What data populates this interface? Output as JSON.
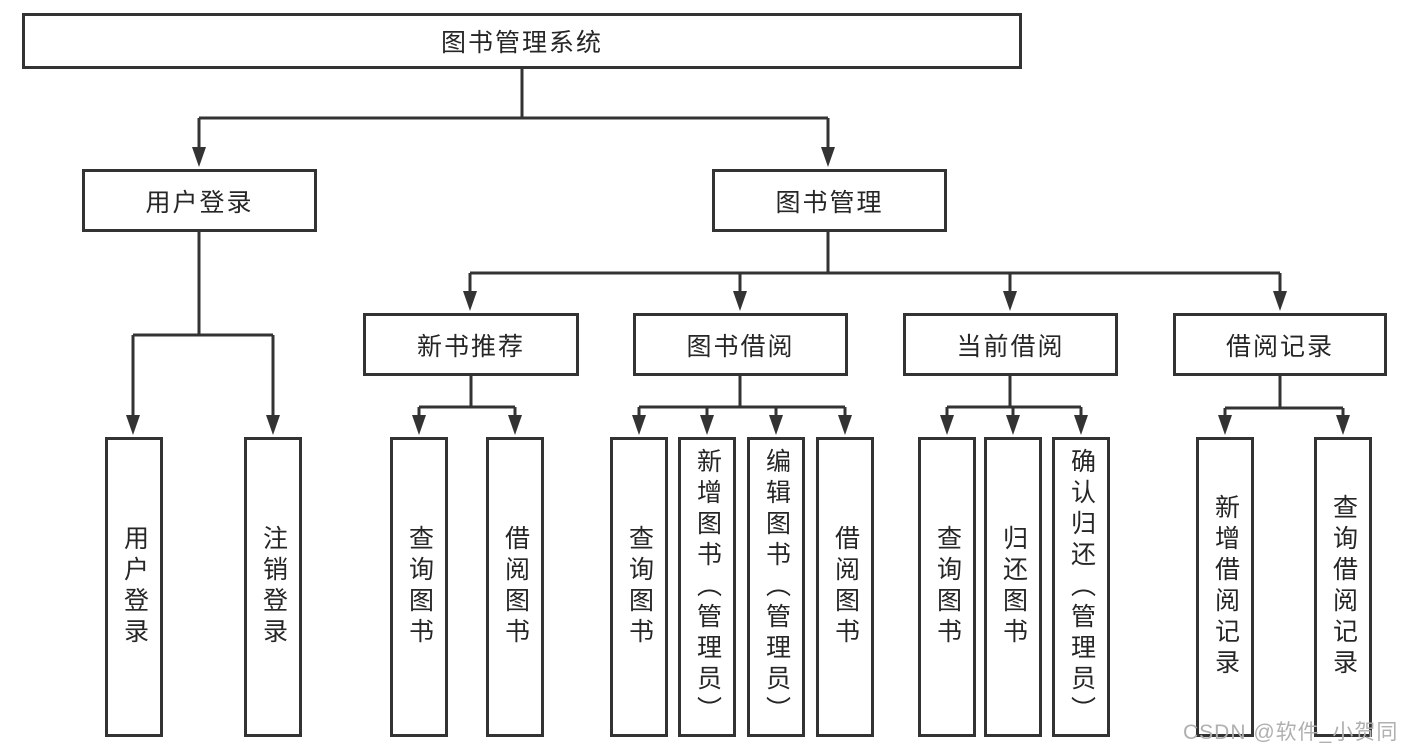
{
  "tree": {
    "label": "图书管理系统",
    "children": [
      {
        "label": "用户登录",
        "children": [
          {
            "label": "用户登录"
          },
          {
            "label": "注销登录"
          }
        ]
      },
      {
        "label": "图书管理",
        "children": [
          {
            "label": "新书推荐",
            "children": [
              {
                "label": "查询图书"
              },
              {
                "label": "借阅图书"
              }
            ]
          },
          {
            "label": "图书借阅",
            "children": [
              {
                "label": "查询图书"
              },
              {
                "label": "新增图书（管理员）"
              },
              {
                "label": "编辑图书（管理员）"
              },
              {
                "label": "借阅图书"
              }
            ]
          },
          {
            "label": "当前借阅",
            "children": [
              {
                "label": "查询图书"
              },
              {
                "label": "归还图书"
              },
              {
                "label": "确认归还（管理员）"
              }
            ]
          },
          {
            "label": "借阅记录",
            "children": [
              {
                "label": "新增借阅记录"
              },
              {
                "label": "查询借阅记录"
              }
            ]
          }
        ]
      }
    ]
  },
  "watermark": {
    "text": "CSDN @软件_小贺同学"
  },
  "colors": {
    "line": "#333333",
    "box_border": "#333333",
    "box_fill": "#ffffff",
    "text": "#262626",
    "watermark": "#b0b0b0",
    "background": "#ffffff"
  }
}
